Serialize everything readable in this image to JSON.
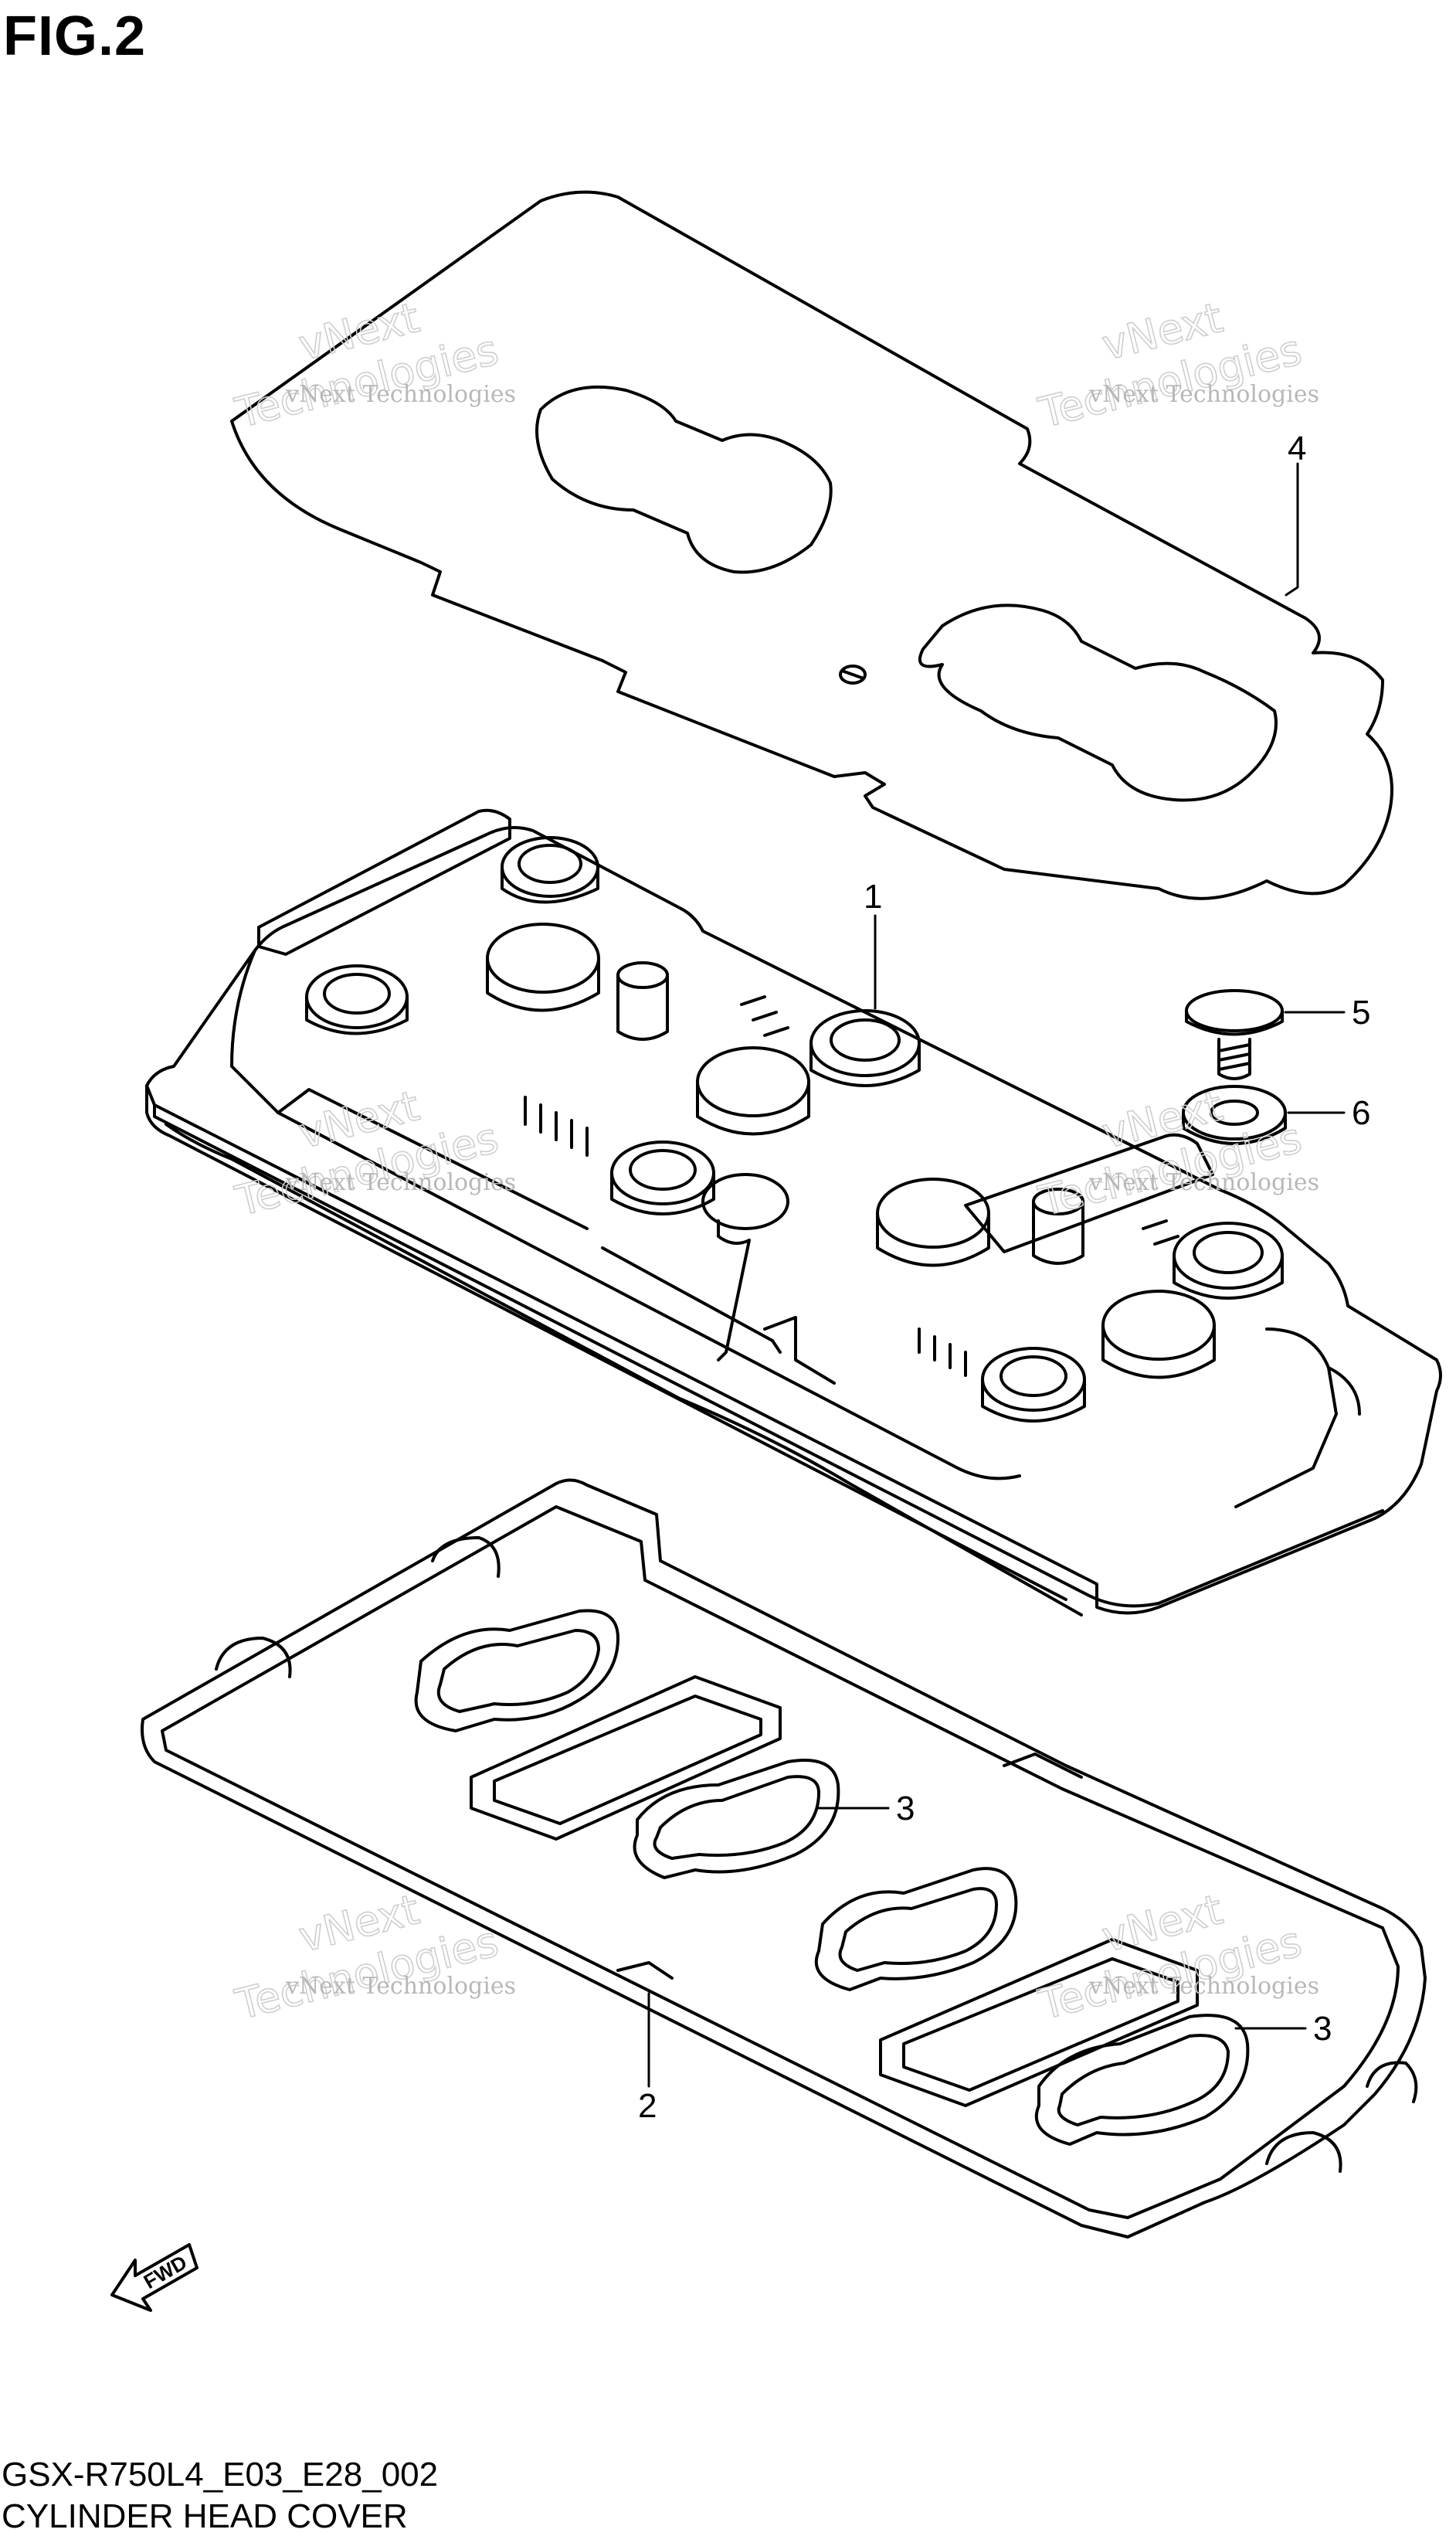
{
  "figure": {
    "title": "FIG.2",
    "code": "GSX-R750L4_E03_E28_002",
    "name": "CYLINDER HEAD COVER"
  },
  "parts": [
    {
      "number": "1"
    },
    {
      "number": "2"
    },
    {
      "number": "3"
    },
    {
      "number": "3"
    },
    {
      "number": "4"
    },
    {
      "number": "5"
    },
    {
      "number": "6"
    }
  ],
  "watermark": {
    "line1": "vNext Technologies",
    "brand_top": "vNext",
    "brand_bottom": "Technologies"
  },
  "direction_marker": {
    "label": "FWD"
  },
  "colors": {
    "line": "#000000",
    "watermark": "#c0c0c0",
    "background": "#ffffff"
  }
}
